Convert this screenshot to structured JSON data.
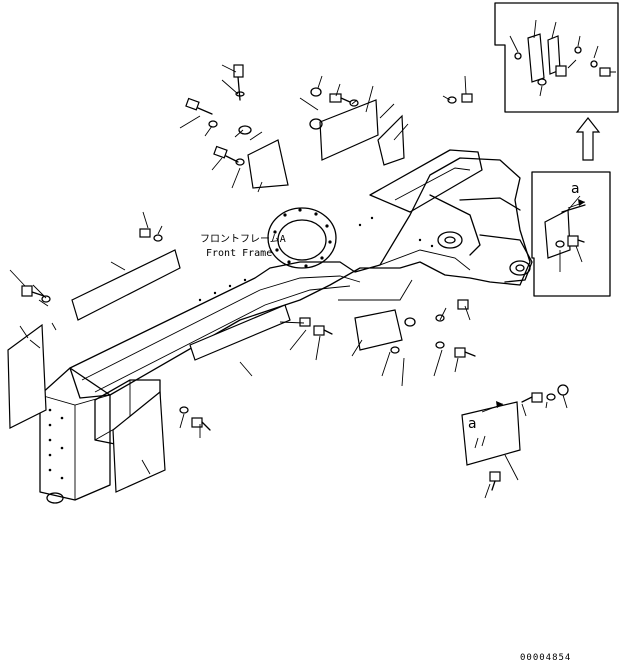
{
  "labels": {
    "front_frame_jp": "フロントフレームA",
    "front_frame_en": "Front Frame",
    "detail_marker_upper": "a",
    "detail_marker_lower": "a",
    "doc_number": "00004854"
  },
  "icons": {
    "arrow_to_detail": "up-arrow-icon"
  }
}
